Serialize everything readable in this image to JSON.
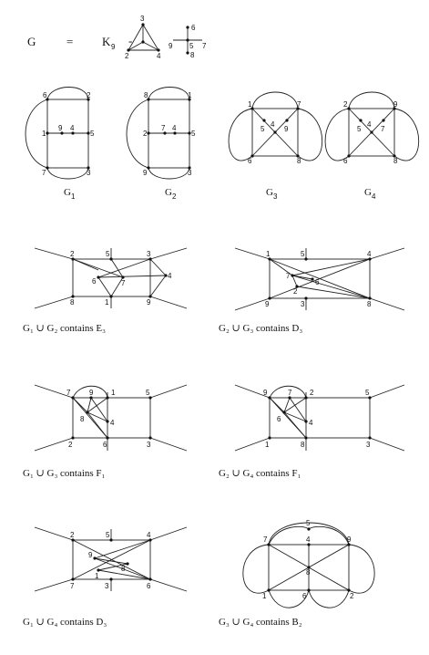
{
  "header": {
    "g": "G",
    "eq": "=",
    "k": "K",
    "k_sub": "9",
    "minus": "-",
    "tri_labels": [
      "3",
      "2",
      "4"
    ],
    "cross_labels": [
      "6",
      "9",
      "5",
      "7",
      "8"
    ]
  },
  "subgraphs": [
    {
      "name": "G",
      "sub": "1",
      "labels": [
        "6",
        "2",
        "1",
        "9",
        "4",
        "5",
        "7",
        "3"
      ]
    },
    {
      "name": "G",
      "sub": "2",
      "labels": [
        "8",
        "1",
        "2",
        "7",
        "4",
        "5",
        "9",
        "3"
      ]
    },
    {
      "name": "G",
      "sub": "3",
      "labels": [
        "1",
        "7",
        "5",
        "4",
        "9",
        "6",
        "8"
      ]
    },
    {
      "name": "G",
      "sub": "4",
      "labels": [
        "2",
        "9",
        "5",
        "4",
        "7",
        "6",
        "8"
      ]
    }
  ],
  "unions": [
    {
      "caption": "G₁ ∪ G₂ contains E₃",
      "labels": [
        "2",
        "5",
        "3",
        "6",
        "7",
        "4",
        "8",
        "1",
        "9"
      ]
    },
    {
      "caption": "G₂ ∪ G₃ contains D₃",
      "labels": [
        "1",
        "5",
        "4",
        "7",
        "6",
        "2",
        "9",
        "3",
        "8"
      ]
    },
    {
      "caption": "G₁ ∪ G₃ contains F₁",
      "labels": [
        "7",
        "9",
        "1",
        "5",
        "8",
        "4",
        "2",
        "6",
        "3"
      ]
    },
    {
      "caption": "G₂ ∪ G₄ contains F₁",
      "labels": [
        "9",
        "7",
        "2",
        "5",
        "6",
        "4",
        "1",
        "8",
        "3"
      ]
    },
    {
      "caption": "G₁ ∪ G₄ contains D₃",
      "labels": [
        "2",
        "5",
        "4",
        "9",
        "8",
        "1",
        "7",
        "3",
        "6"
      ]
    },
    {
      "caption": "G₃ ∪ G₄ contains B₂",
      "labels": [
        "5",
        "7",
        "4",
        "9",
        "8",
        "1",
        "6",
        "2"
      ]
    }
  ]
}
